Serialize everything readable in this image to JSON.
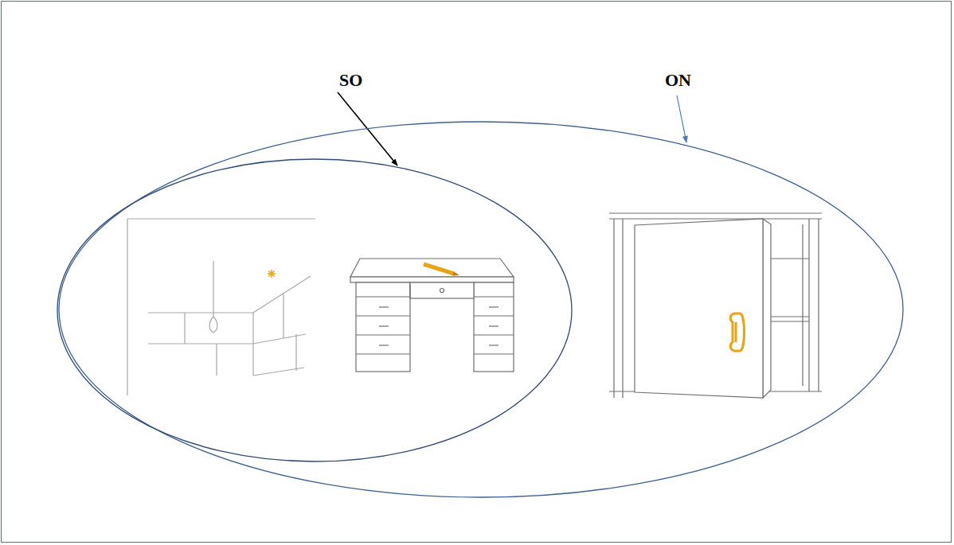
{
  "diagram": {
    "nodes": [
      {
        "text": [
          "ON"
        ]
      },
      {
        "text": [
          "SO"
        ],
        "in": 0
      }
    ]
  }
}
